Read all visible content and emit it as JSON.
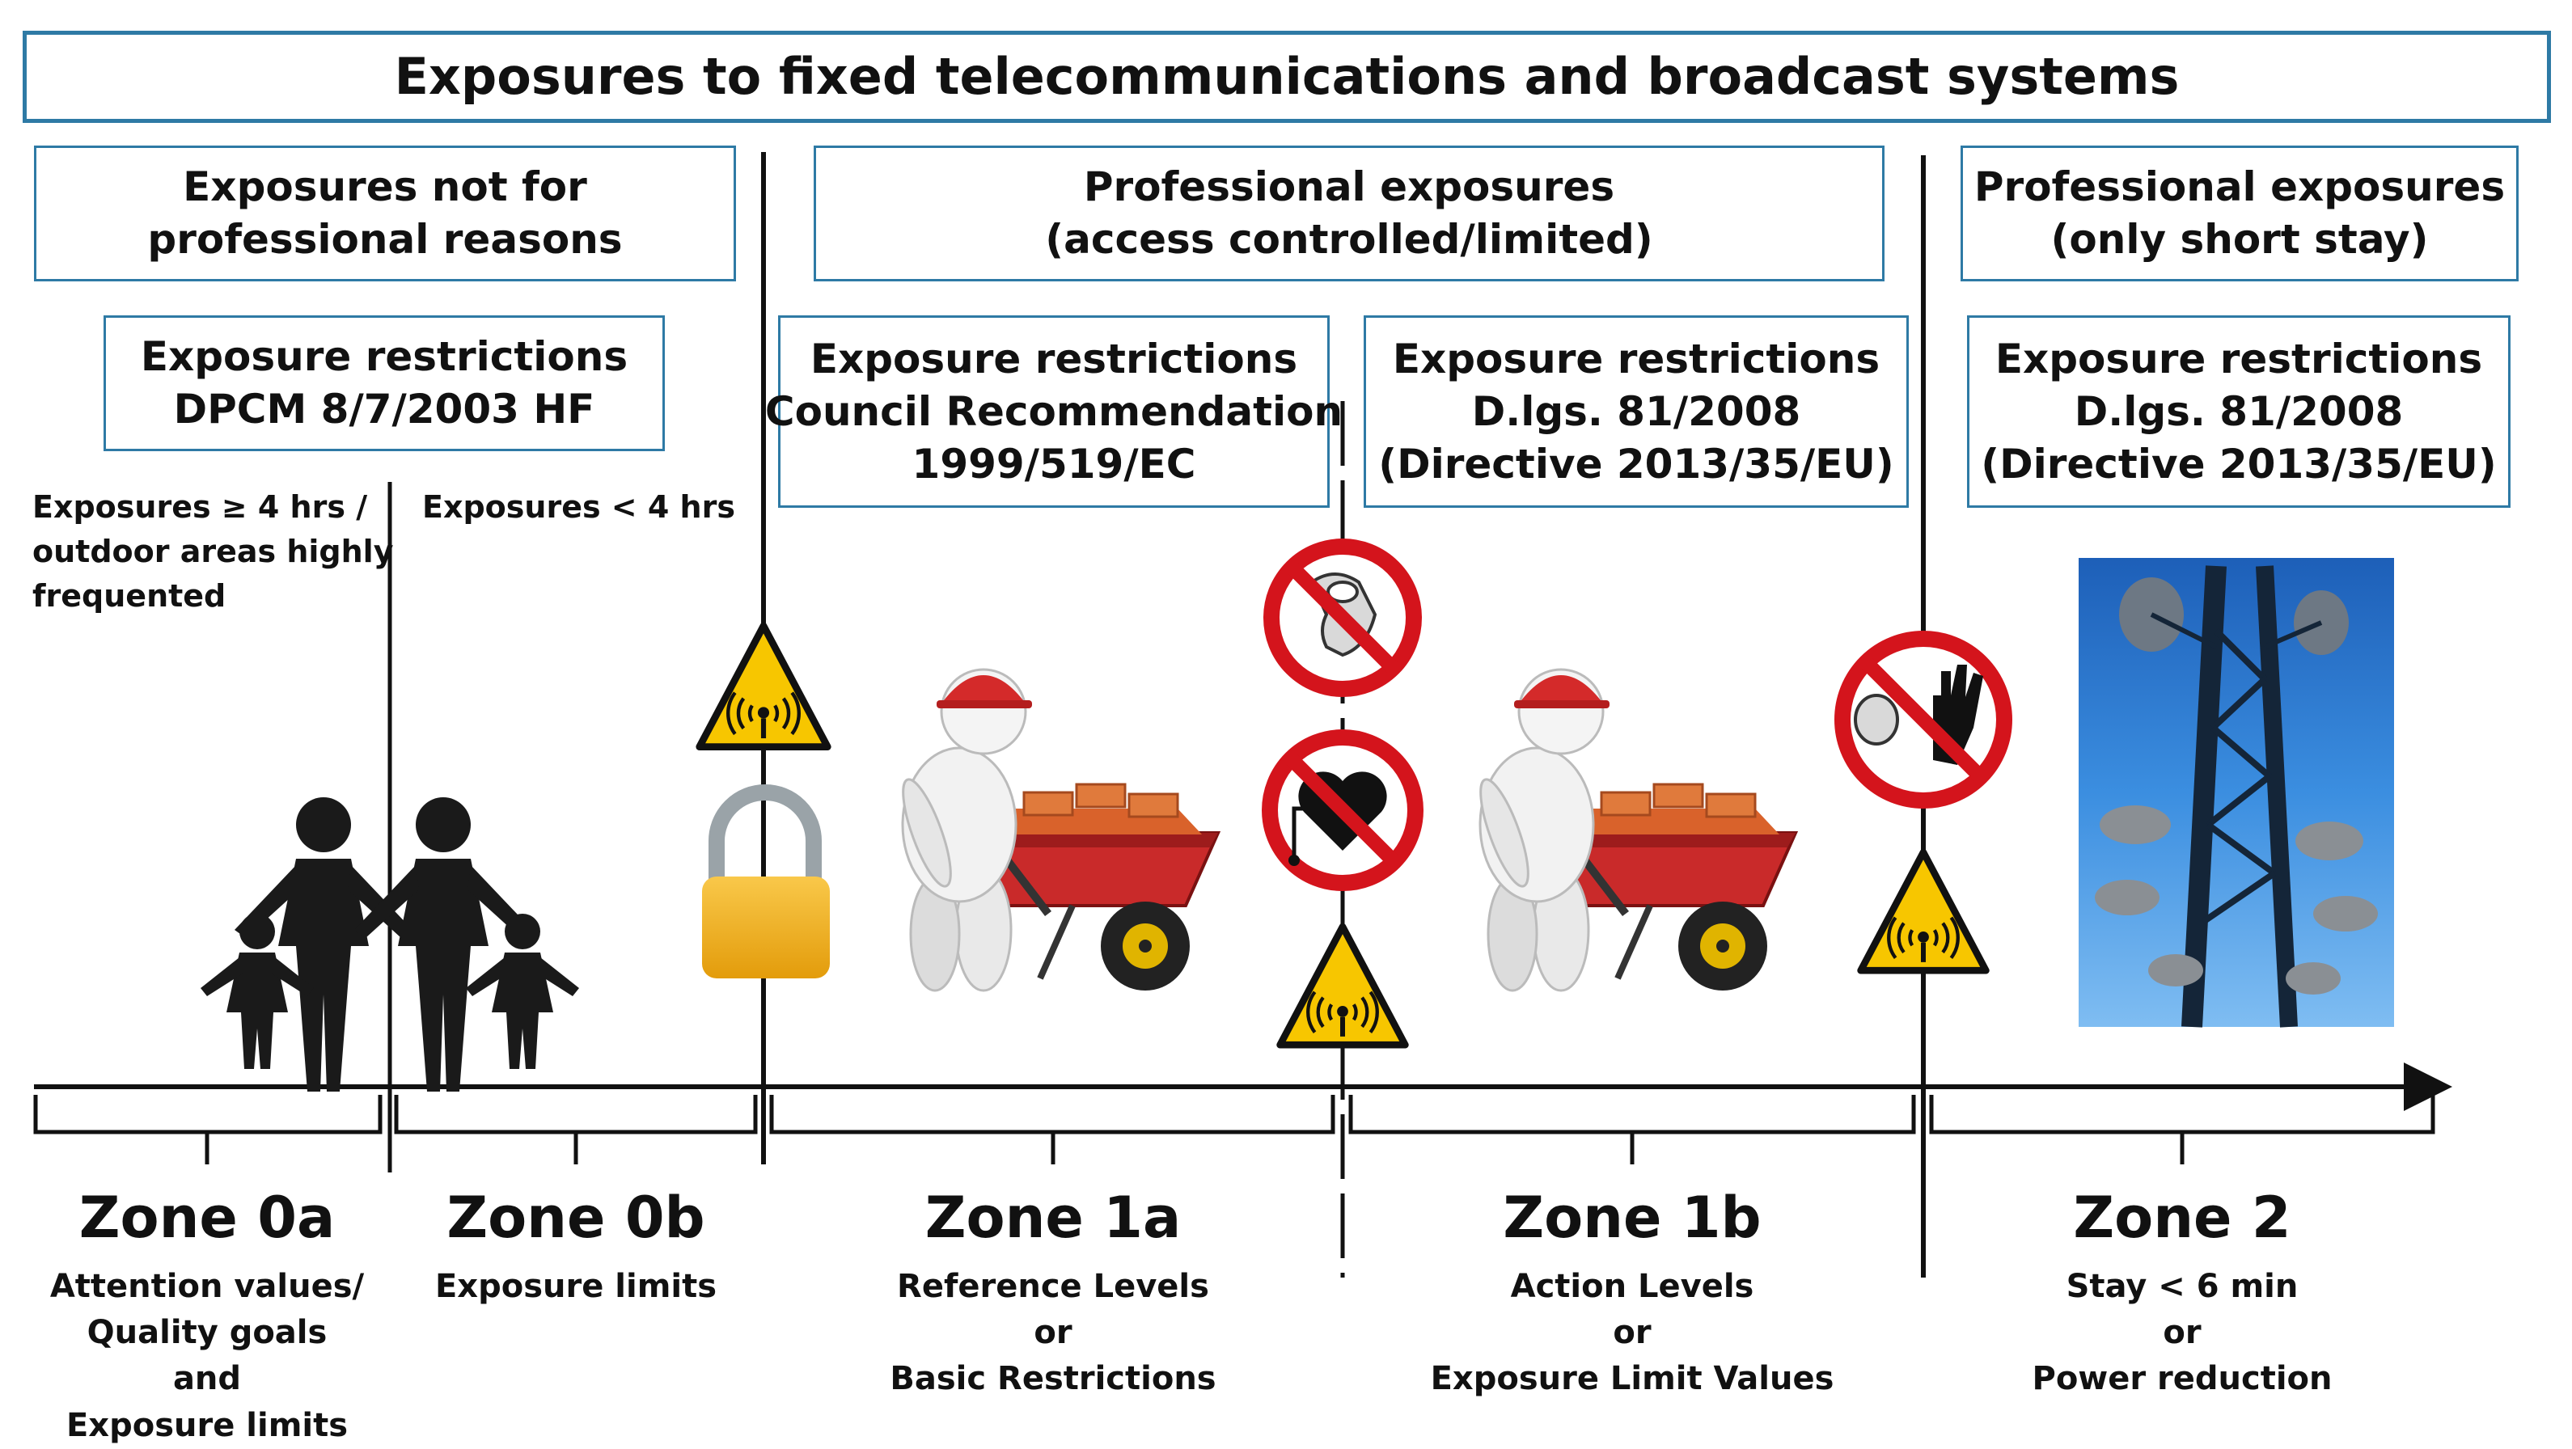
{
  "title": "Exposures to fixed telecommunications and broadcast systems",
  "categories": [
    {
      "line1": "Exposures not for",
      "line2": "professional reasons"
    },
    {
      "line1": "Professional exposures",
      "line2": "(access controlled/limited)"
    },
    {
      "line1": "Professional exposures",
      "line2": "(only short stay)"
    }
  ],
  "restrictions": [
    {
      "lines": [
        "Exposure restrictions",
        "DPCM 8/7/2003 HF"
      ]
    },
    {
      "lines": [
        "Exposure restrictions",
        "Council Recommendation",
        "1999/519/EC"
      ]
    },
    {
      "lines": [
        "Exposure restrictions",
        "D.lgs. 81/2008",
        "(Directive 2013/35/EU)"
      ]
    },
    {
      "lines": [
        "Exposure restrictions",
        "D.lgs. 81/2008",
        "(Directive 2013/35/EU)"
      ]
    }
  ],
  "notes": {
    "left": [
      "Exposures ≥ 4 hrs /",
      "outdoor areas highly",
      "frequented"
    ],
    "right": "Exposures < 4 hrs"
  },
  "zones": [
    {
      "title": "Zone 0a",
      "lines": [
        "Attention values/",
        "Quality goals",
        "and",
        "Exposure limits"
      ]
    },
    {
      "title": "Zone 0b",
      "lines": [
        "Exposure limits"
      ]
    },
    {
      "title": "Zone 1a",
      "lines": [
        "Reference Levels",
        "or",
        "Basic Restrictions"
      ]
    },
    {
      "title": "Zone 1b",
      "lines": [
        "Action Levels",
        "or",
        "Exposure Limit Values"
      ]
    },
    {
      "title": "Zone 2",
      "lines": [
        "Stay < 6 min",
        "or",
        "Power reduction"
      ]
    }
  ],
  "icons": {
    "family": "family-pictogram",
    "radiation": "radiation-warning-icon",
    "lock": "padlock-icon",
    "worker": "worker-wheelbarrow-illustration",
    "no_implant": "no-metal-implants-sign",
    "no_pacemaker": "no-pacemaker-sign",
    "no_access": "no-access-hand-sign",
    "tower": "telecom-tower-photo"
  },
  "colors": {
    "box_border": "#2e7aa5",
    "warning_yellow": "#f7c600",
    "prohibition_red": "#d4141c",
    "lock_gold": "#f3b21a",
    "helmet_red": "#d42a2a",
    "sky_blue": "#2f7fd1"
  }
}
